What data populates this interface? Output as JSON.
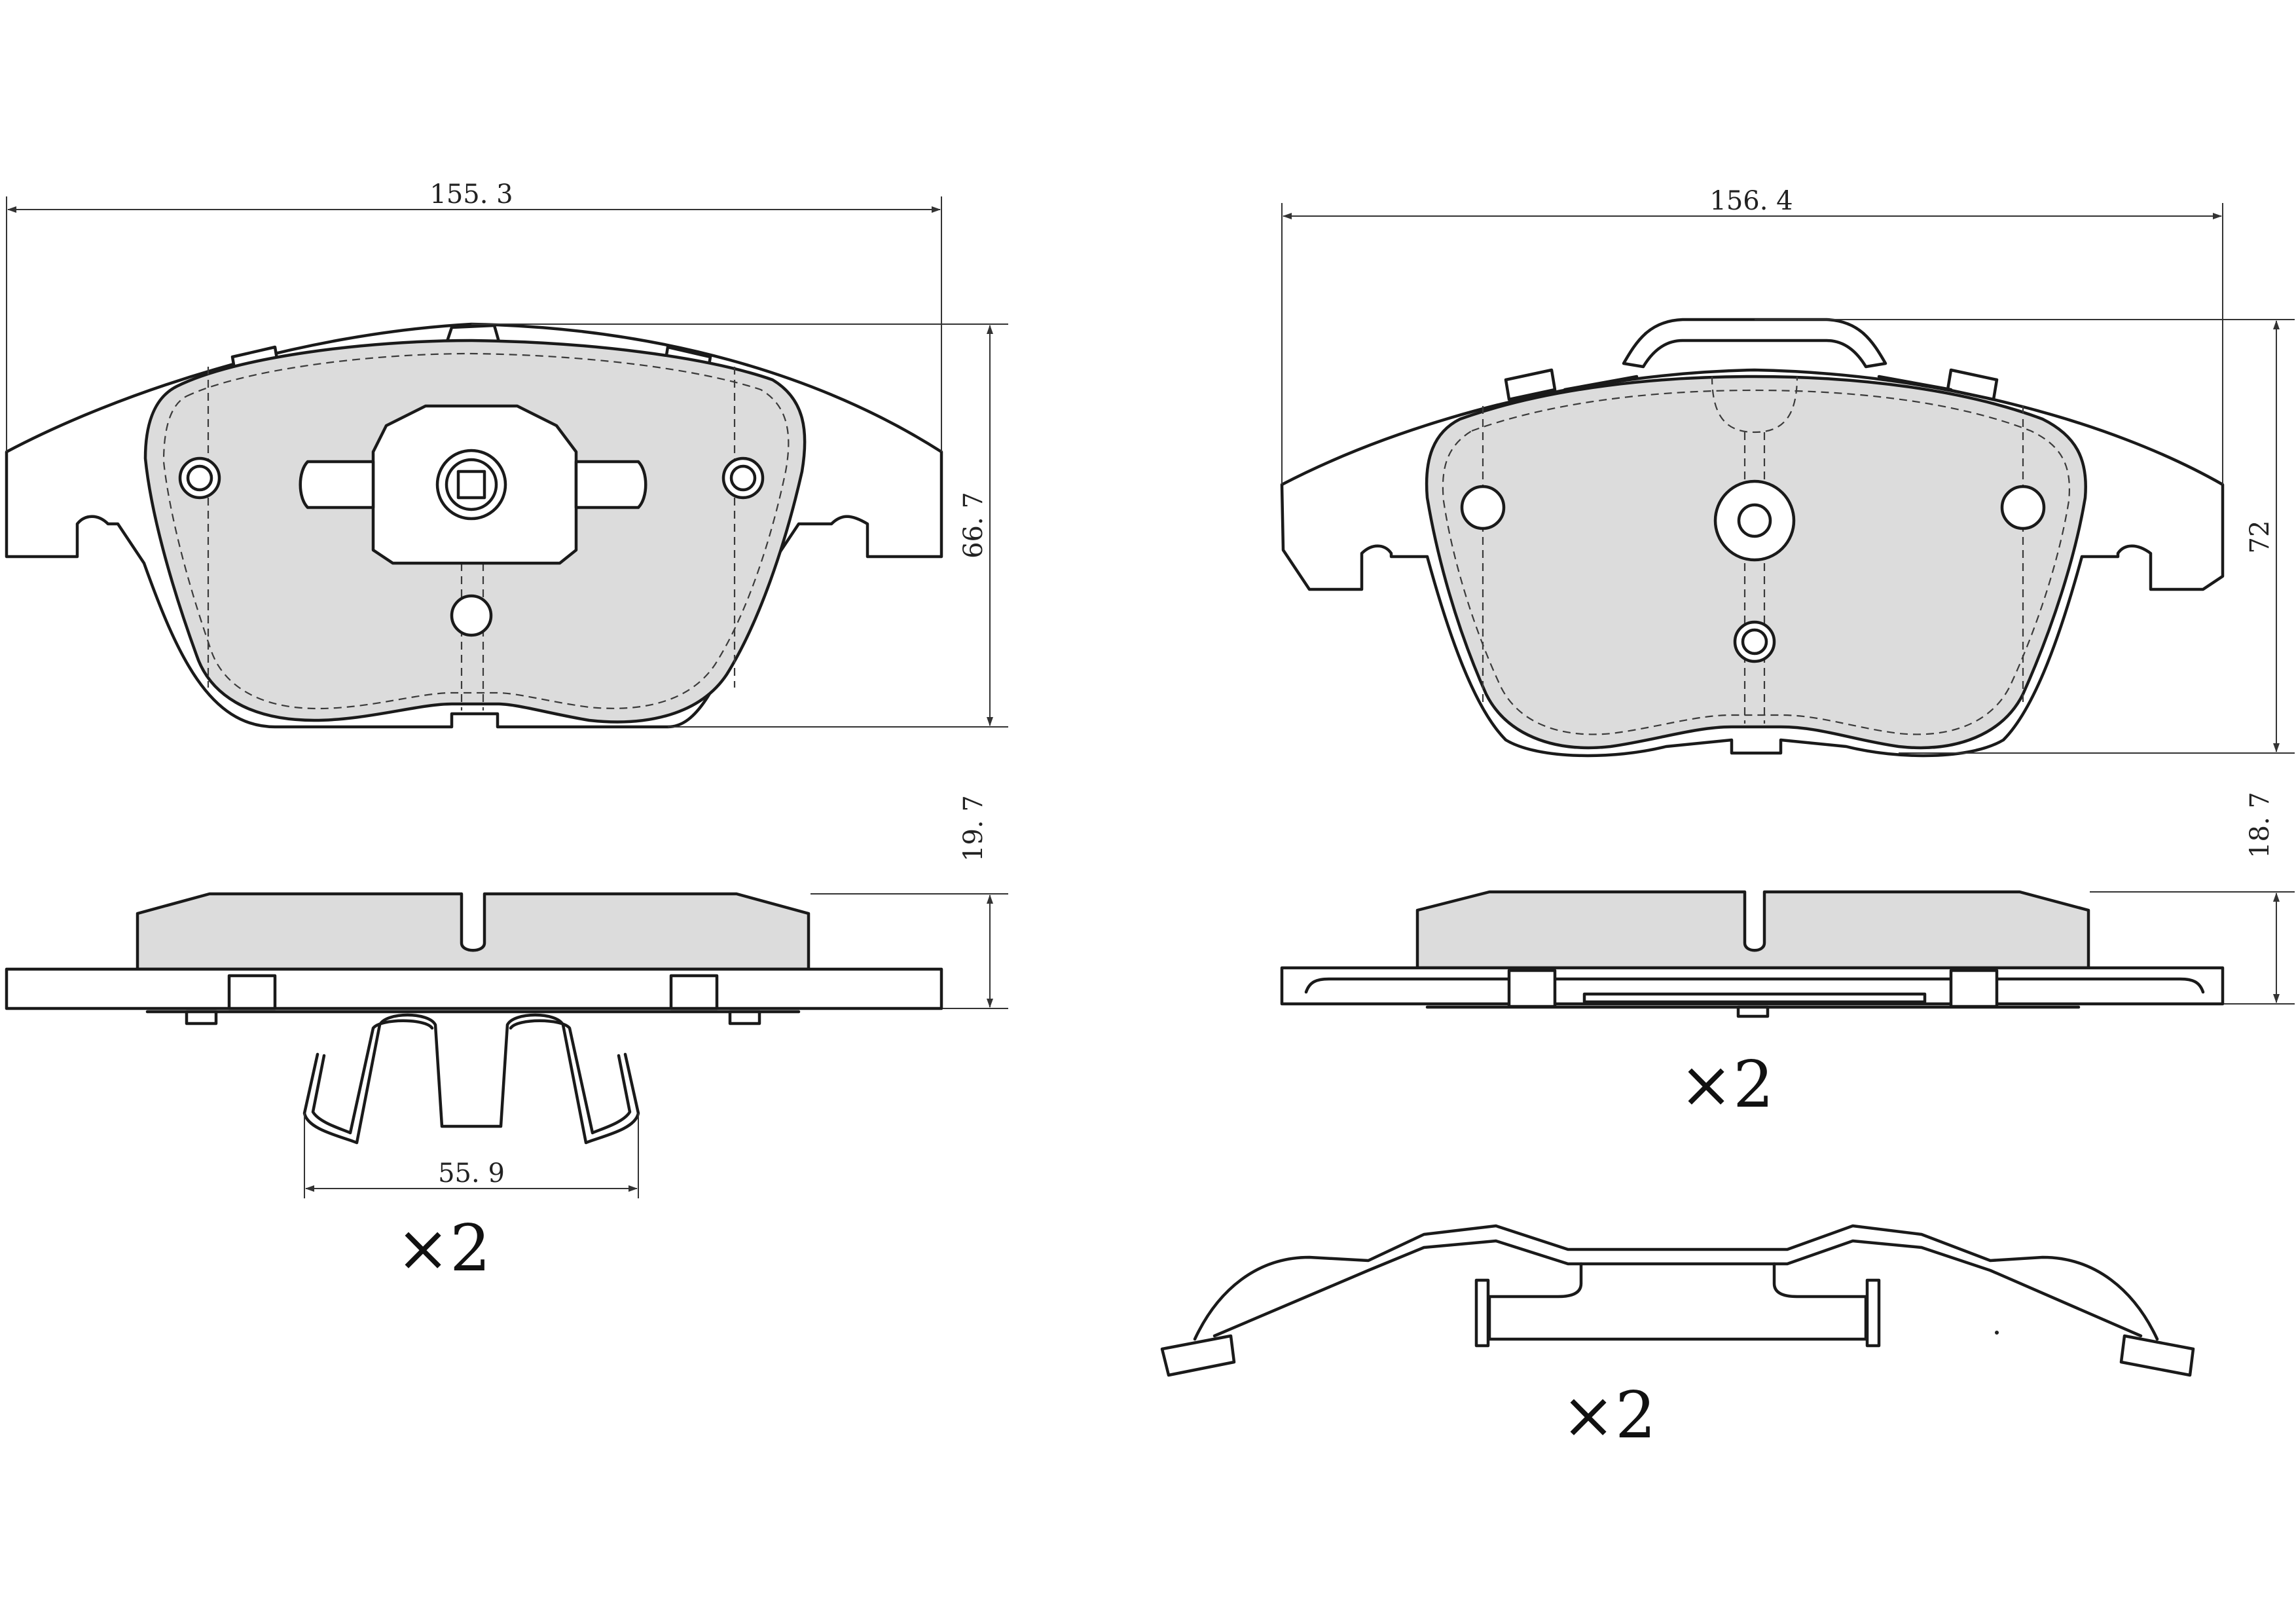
{
  "pad_left": {
    "width": "155. 3",
    "height": "66. 7",
    "thickness": "19. 7",
    "clip_width": "55. 9",
    "quantity": "×2"
  },
  "pad_right": {
    "width": "156. 4",
    "height": "72",
    "thickness": "18. 7",
    "quantity": "×2"
  },
  "spring": {
    "quantity": "×2"
  }
}
